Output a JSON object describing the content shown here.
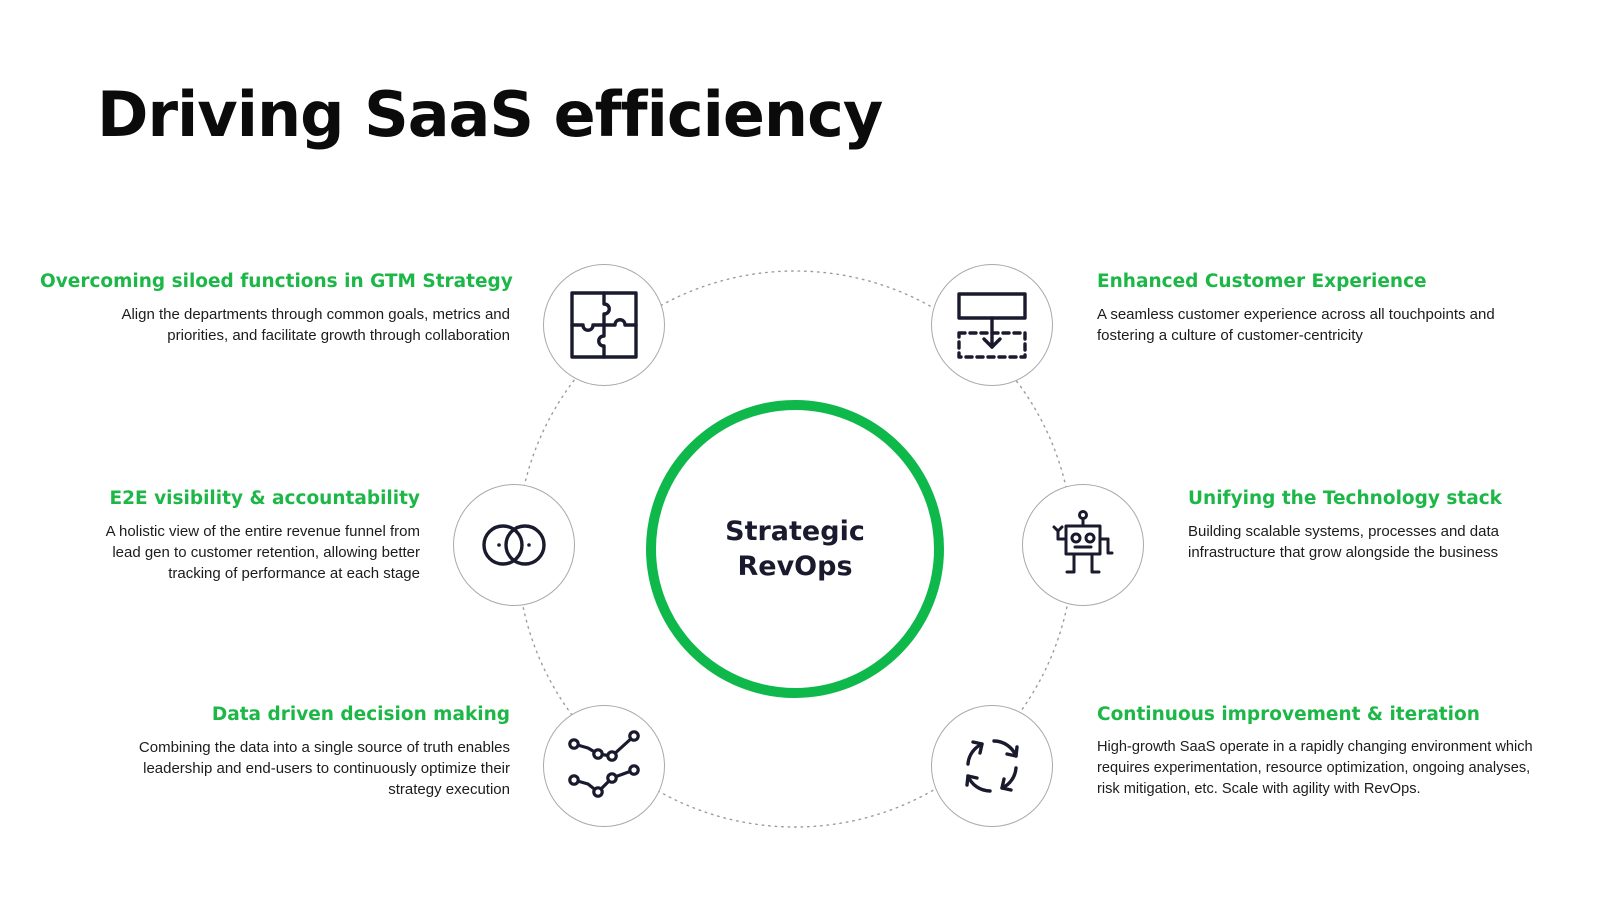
{
  "title": "Driving SaaS efficiency",
  "accent_color": "#1db748",
  "ring_color": "#0fb84a",
  "center": {
    "line1": "Strategic",
    "line2": "RevOps"
  },
  "items": [
    {
      "heading": "Overcoming siloed functions in GTM Strategy",
      "lines": [
        "Align the departments through common goals, metrics and",
        "priorities, and facilitate growth through collaboration"
      ],
      "icon": "puzzle-icon"
    },
    {
      "heading": "E2E visibility & accountability",
      "lines": [
        "A holistic view of the entire revenue funnel from",
        "lead gen to customer retention, allowing better",
        "tracking of performance at each stage"
      ],
      "icon": "overlapping-circles-icon"
    },
    {
      "heading": "Data driven decision making",
      "lines": [
        "Combining the data into a single source of truth enables",
        "leadership and end-users to continuously optimize their",
        "strategy execution"
      ],
      "icon": "line-graph-icon"
    },
    {
      "heading": "Enhanced Customer Experience",
      "lines": [
        "A seamless customer experience across all touchpoints and",
        "fostering a culture of customer-centricity"
      ],
      "icon": "move-down-icon"
    },
    {
      "heading": "Unifying  the Technology stack",
      "lines": [
        "Building scalable systems, processes and data",
        "infrastructure that grow alongside the business"
      ],
      "icon": "robot-icon"
    },
    {
      "heading": "Continuous improvement & iteration",
      "lines": [
        "High-growth SaaS operate in a rapidly changing environment which",
        "requires experimentation, resource optimization, ongoing analyses,",
        "risk mitigation, etc. Scale with agility with RevOps."
      ],
      "icon": "refresh-cycle-icon"
    }
  ]
}
